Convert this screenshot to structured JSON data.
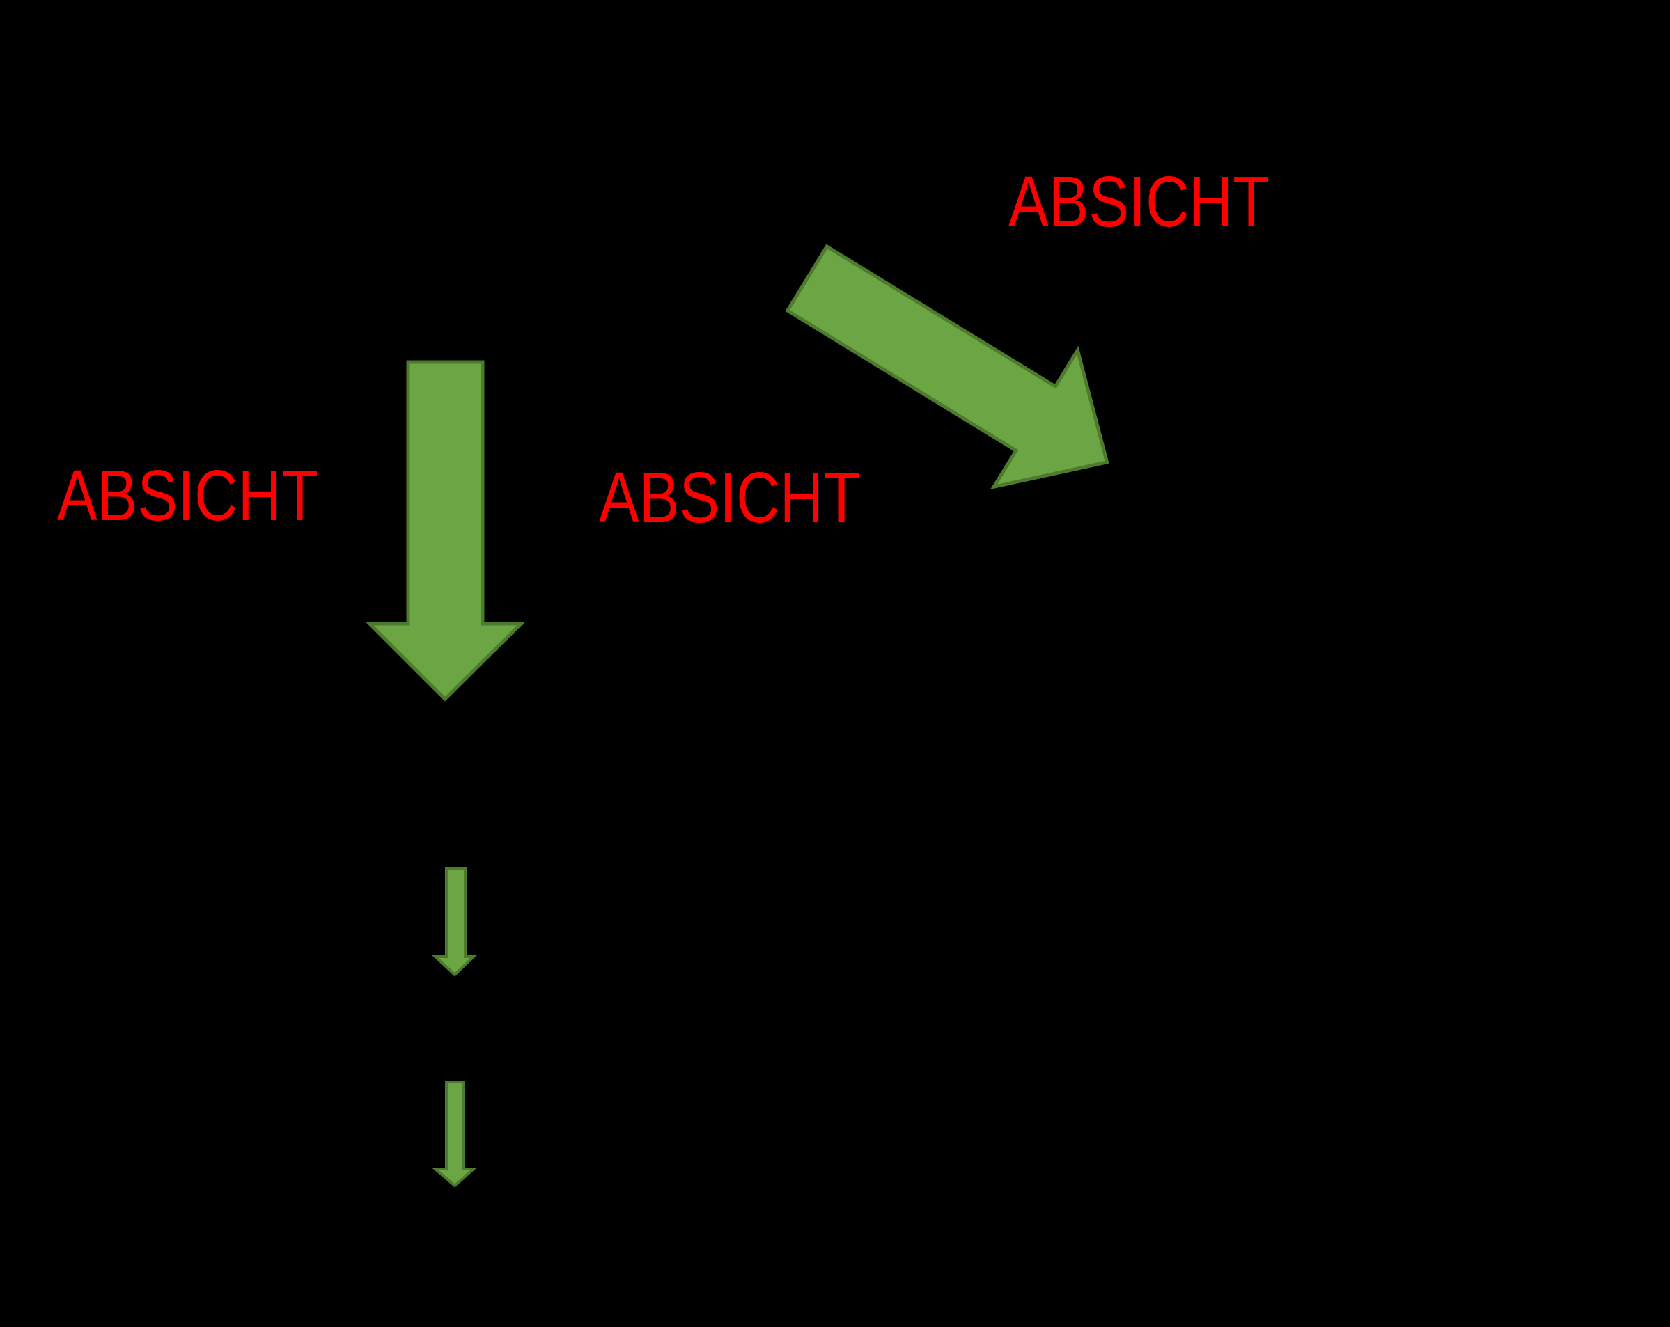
{
  "slide": {
    "type": "presentation-slide-diagram"
  },
  "colors": {
    "slide_background": "#000000",
    "label_red": "#FF0000",
    "arrow_fill": "#6CA644",
    "arrow_stroke": "#4E7A2E"
  },
  "labels": [
    {
      "id": "absicht-top-right",
      "text": "ABSICHT"
    },
    {
      "id": "absicht-left",
      "text": "ABSICHT"
    },
    {
      "id": "absicht-middle",
      "text": "ABSICHT"
    }
  ],
  "icons": [
    {
      "name": "diagonal-down-right-arrow-icon"
    },
    {
      "name": "large-down-arrow-icon"
    },
    {
      "name": "small-down-arrow-icon"
    },
    {
      "name": "small-down-arrow-icon"
    }
  ]
}
